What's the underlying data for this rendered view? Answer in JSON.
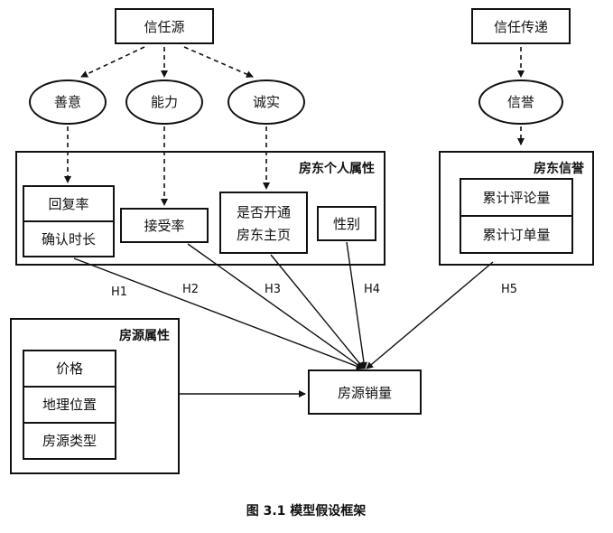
{
  "trust_source": "信任源",
  "trust_transfer": "信任传递",
  "goodwill": "善意",
  "ability": "能力",
  "integrity": "诚实",
  "reputation": "信誉",
  "landlord_personal": "房东个人属性",
  "landlord_reputation": "房东信誉",
  "listing_attributes": "房源属性",
  "reply_rate": "回复率",
  "confirm_time": "确认时长",
  "accept_rate": "接受率",
  "homepage_line1": "是否开通",
  "homepage_line2": "房东主页",
  "gender": "性别",
  "review_count": "累计评论量",
  "order_count": "累计订单量",
  "price": "价格",
  "location": "地理位置",
  "listing_type": "房源类型",
  "sales": "房源销量",
  "h1": "H1",
  "h2": "H2",
  "h3": "H3",
  "h4": "H4",
  "h5": "H5",
  "caption": "图 3.1  模型假设框架"
}
